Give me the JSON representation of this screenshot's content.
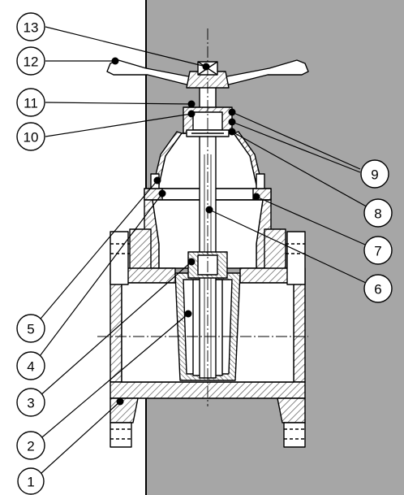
{
  "colors": {
    "background_left": "#ffffff",
    "background_right": "#a6a6a6",
    "line": "#000000",
    "hatch": "#555555",
    "part_fill": "#ffffff",
    "callout_dot": "#000000"
  },
  "callouts": [
    {
      "id": "1",
      "label": "1"
    },
    {
      "id": "2",
      "label": "2"
    },
    {
      "id": "3",
      "label": "3"
    },
    {
      "id": "4",
      "label": "4"
    },
    {
      "id": "5",
      "label": "5"
    },
    {
      "id": "6",
      "label": "6"
    },
    {
      "id": "7",
      "label": "7"
    },
    {
      "id": "8",
      "label": "8"
    },
    {
      "id": "9",
      "label": "9"
    },
    {
      "id": "10",
      "label": "10"
    },
    {
      "id": "11",
      "label": "11"
    },
    {
      "id": "12",
      "label": "12"
    },
    {
      "id": "13",
      "label": "13"
    }
  ]
}
